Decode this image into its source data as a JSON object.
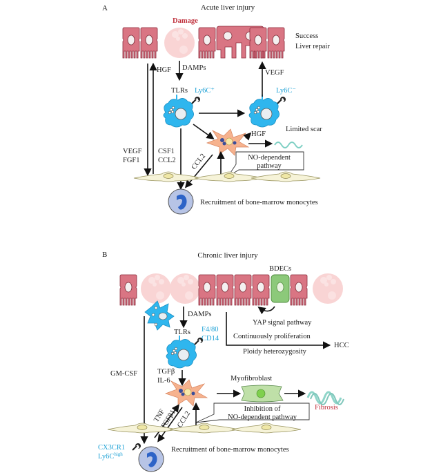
{
  "panels": [
    {
      "id": "A",
      "label": "A",
      "title": "Acute liver injury",
      "labels": {
        "damage": "Damage",
        "outcome_line1": "Success",
        "outcome_line2": "Liver repair",
        "hgf_up": "HGF",
        "damps": "DAMPs",
        "vegf_up": "VEGF",
        "tlrs": "TLRs",
        "ly6c_pos": "Ly6C⁺",
        "ly6c_neg": "Ly6C⁻",
        "hgf_hsc": "HGF",
        "limited_scar": "Limited scar",
        "vegf": "VEGF",
        "fgf1": "FGF1",
        "csf1": "CSF1",
        "ccl2_left": "CCL2",
        "ccl2_diag": "CCL2",
        "no_box_line1": "NO-dependent",
        "no_box_line2": "pathway",
        "recruitment": "Recruitment of bone-marrow monocytes"
      }
    },
    {
      "id": "B",
      "label": "B",
      "title": "Chronic liver injury",
      "labels": {
        "bdecs": "BDECs",
        "damps": "DAMPs",
        "yap": "YAP signal pathway",
        "tlrs": "TLRs",
        "f480": "F4/80",
        "cd14": "CD14",
        "continuous": "Continuously proliferation",
        "hcc": "HCC",
        "ploidy": "Ploidy heterozygosity",
        "gmcsf": "GM-CSF",
        "tgfb": "TGFβ",
        "il6": "IL-6",
        "myofibroblast": "Myofibroblast",
        "fibrosis": "Fibrosis",
        "tnf": "TNF",
        "tgfb1": "TGFβ1",
        "ccl2": "CCL2",
        "inhib_line1": "Inhibition of",
        "inhib_line2": "NO-dependent pathway",
        "cx3cr1": "CX3CR1",
        "ly6c_high_base": "Ly6C",
        "ly6c_high_sup": "high",
        "recruitment": "Recruitment of bone-marrow monocytes"
      }
    }
  ],
  "colors": {
    "hepatocyte": "#d97583",
    "macrophage": "#2fb6ee",
    "bdec": "#8cc97a",
    "marker_text": "#1fa2d6",
    "alert_text": "#c0323e",
    "scar": "#7fd0c4"
  },
  "icons": [
    "wrench-icon",
    "arrow-icon",
    "scar-wave-icon",
    "fibrosis-wave-icon"
  ]
}
